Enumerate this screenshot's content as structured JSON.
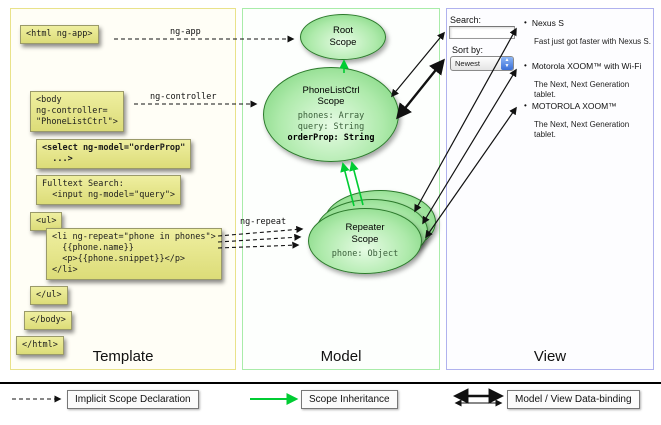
{
  "panels": {
    "template": {
      "label": "Template"
    },
    "model": {
      "label": "Model"
    },
    "view": {
      "label": "View"
    }
  },
  "template": {
    "boxes": {
      "html_open": "<html ng-app>",
      "body_open": "<body\nng-controller=\n\"PhoneListCtrl\">",
      "select": "<select ng-model=\"orderProp\"\n  ...>",
      "fulltext": "Fulltext Search:\n  <input ng-model=\"query\">",
      "ul_open": "<ul>",
      "li_repeat": "<li ng-repeat=\"phone in phones\">\n  {{phone.name}}\n  <p>{{phone.snippet}}</p>\n</li>",
      "ul_close": "</ul>",
      "body_close": "</body>",
      "html_close": "</html>"
    }
  },
  "arrow_labels": {
    "ng_app": "ng-app",
    "ng_controller": "ng-controller",
    "ng_repeat": "ng-repeat"
  },
  "model": {
    "root_scope": {
      "title": "Root\nScope"
    },
    "phonelist_scope": {
      "title": "PhoneListCtrl\nScope",
      "props": "phones: Array\nquery: String",
      "bold_prop": "orderProp: String"
    },
    "repeater_scope": {
      "title": "Repeater\nScope",
      "props": "phone: Object"
    }
  },
  "view": {
    "search_label": "Search:",
    "sort_label": "Sort by:",
    "sort_value": "Newest",
    "items": [
      {
        "title": "Nexus S",
        "desc": "Fast just got faster with Nexus S."
      },
      {
        "title": "Motorola XOOM™ with Wi-Fi",
        "desc": "The Next, Next Generation tablet."
      },
      {
        "title": "MOTOROLA XOOM™",
        "desc": "The Next, Next Generation tablet."
      }
    ],
    "bullet": "•"
  },
  "legend": {
    "implicit": "Implicit Scope Declaration",
    "inheritance": "Scope Inheritance",
    "databinding": "Model / View Data-binding"
  },
  "colors": {
    "inheritance_green": "#00cc33",
    "code_box_yellow": "#e6e687",
    "scope_green": "#8fdc8f"
  }
}
